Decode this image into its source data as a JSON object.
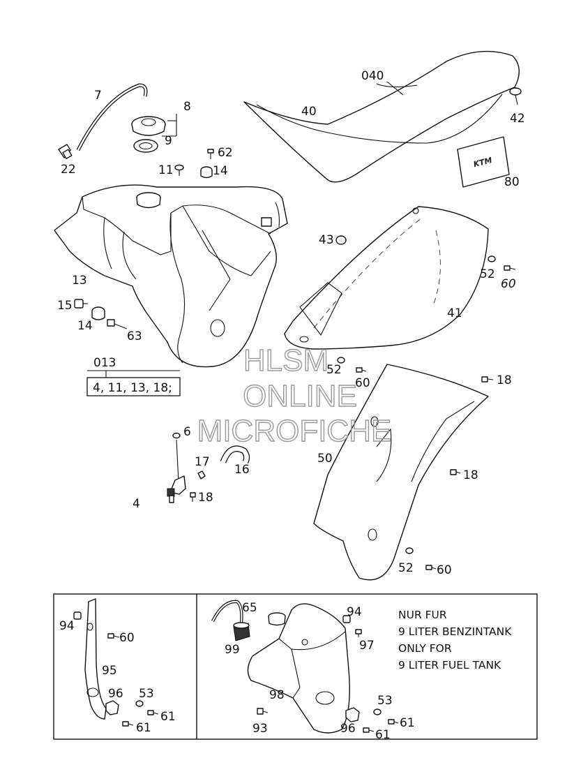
{
  "watermark": {
    "line1": "HLSM",
    "line2": "ONLINE",
    "line3": "MICROFICHE"
  },
  "kit": {
    "number": "013",
    "contents": "4, 11, 13, 18;"
  },
  "callouts": {
    "c040": "040",
    "c40": "40",
    "c42": "42",
    "c80": "80",
    "c7": "7",
    "c8": "8",
    "c9": "9",
    "c22": "22",
    "c62": "62",
    "c11": "11",
    "c14a": "14",
    "c13": "13",
    "c15": "15",
    "c14b": "14",
    "c63": "63",
    "c43": "43",
    "c52a": "52",
    "c60a": "60",
    "c41": "41",
    "c52b": "52",
    "c60b": "60",
    "c18a": "18",
    "c6": "6",
    "c17": "17",
    "c16": "16",
    "c4": "4",
    "c18b": "18",
    "c50": "50",
    "c18c": "18",
    "c52c": "52",
    "c60c": "60",
    "c94a": "94",
    "c60d": "60",
    "c95": "95",
    "c96a": "96",
    "c53a": "53",
    "c61a": "61",
    "c61b": "61",
    "c65": "65",
    "c99": "99",
    "c98": "98",
    "c93": "93",
    "c94b": "94",
    "c97": "97",
    "c53b": "53",
    "c96b": "96",
    "c61c": "61",
    "c61d": "61"
  },
  "note": {
    "line1": "NUR FUR",
    "line2": "9 LITER BENZINTANK",
    "line3": "ONLY FOR",
    "line4": "9 LITER FUEL TANK"
  },
  "logo_text": "KTM"
}
